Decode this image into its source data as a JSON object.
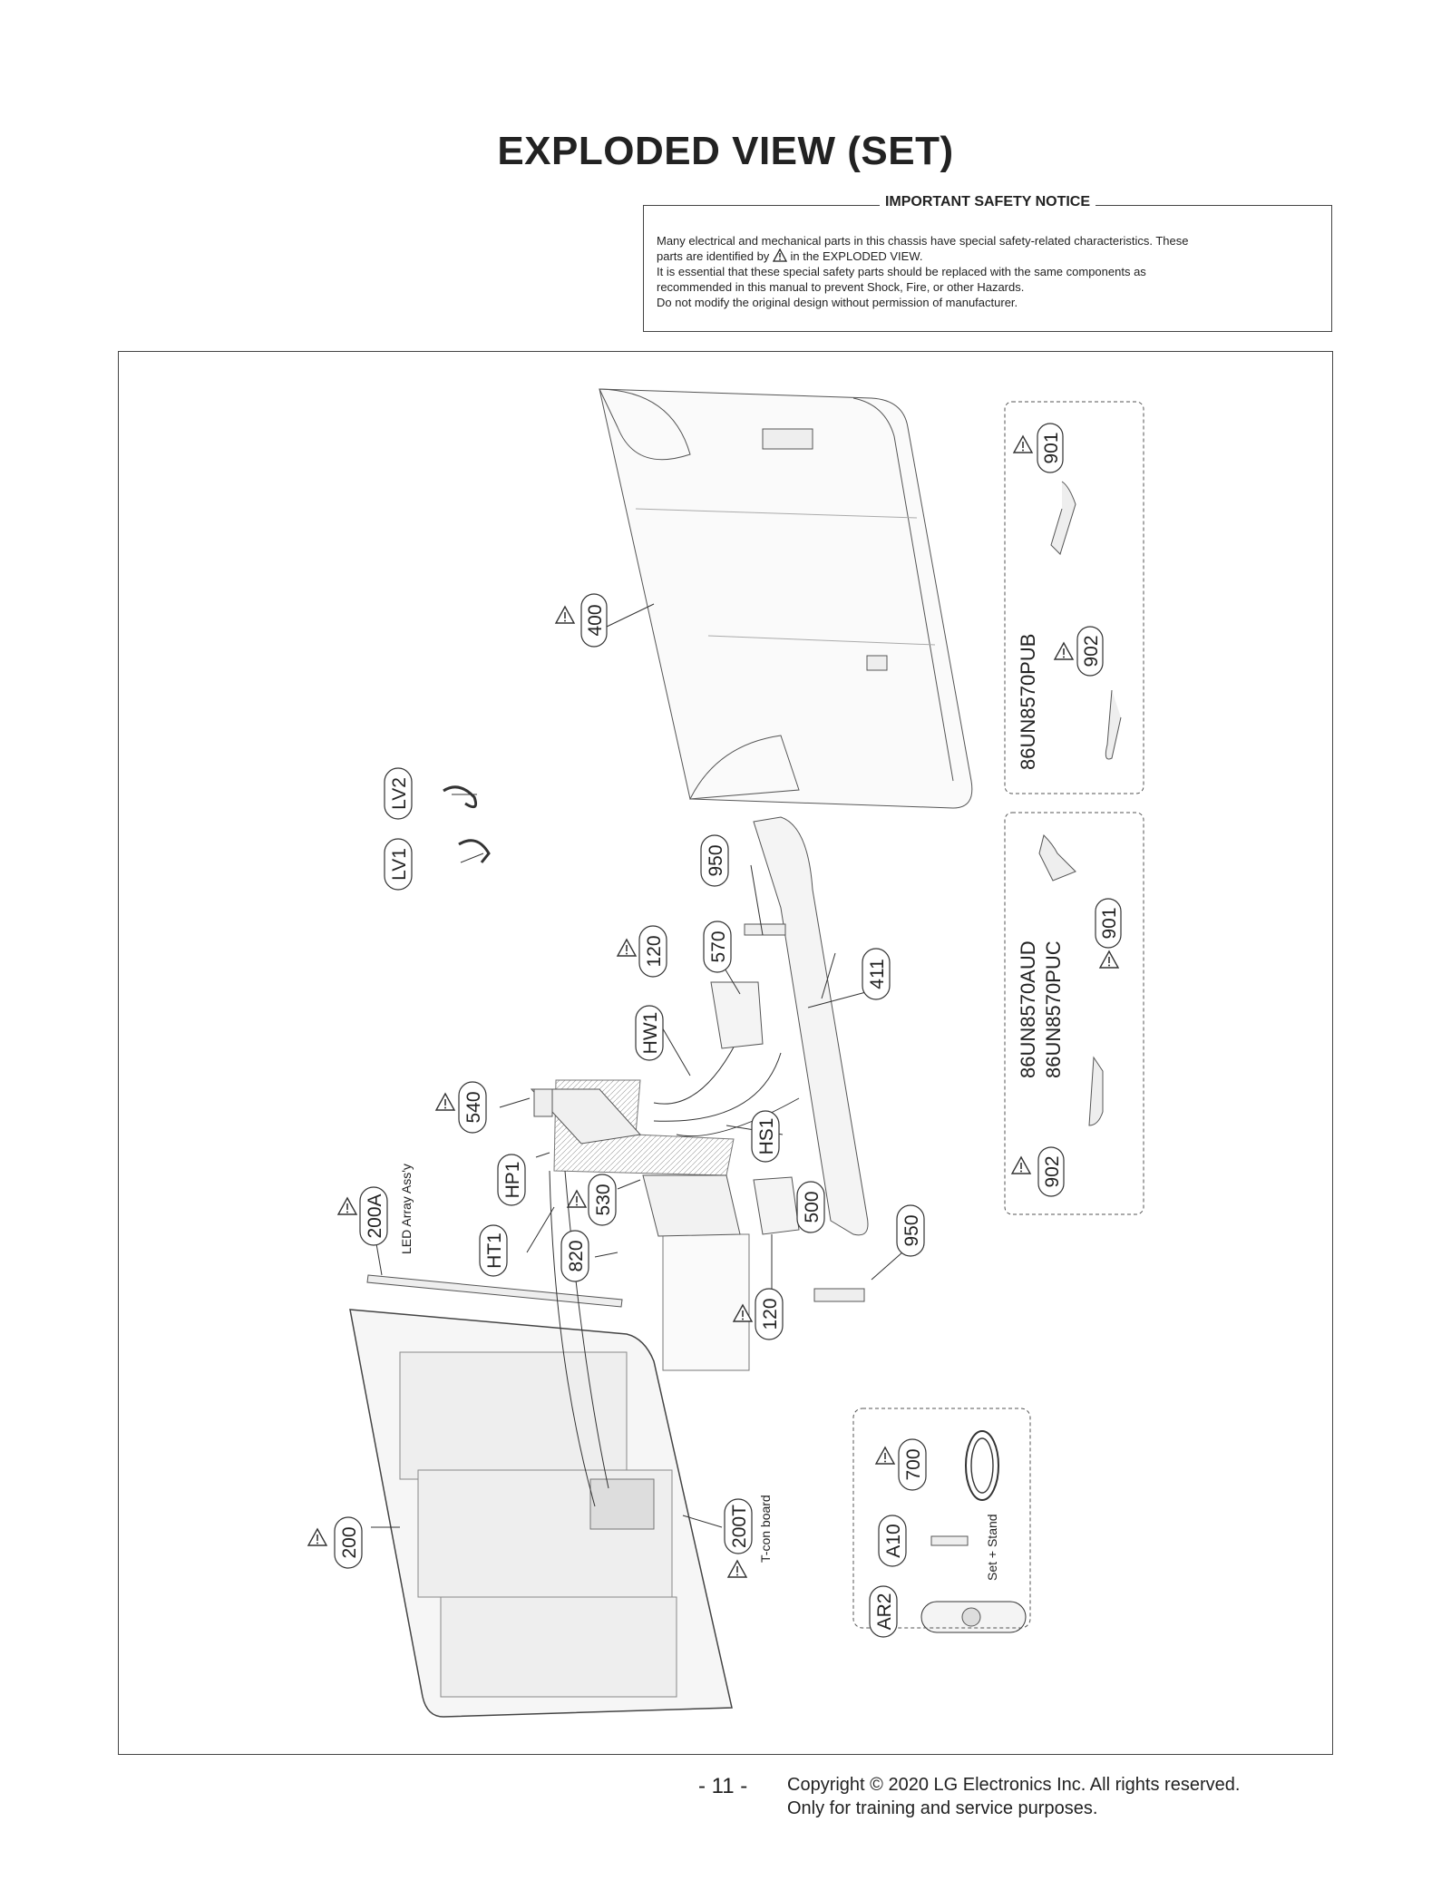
{
  "page": {
    "title": "EXPLODED VIEW (SET)",
    "page_number": "- 11 -",
    "copyright_line1": "Copyright © 2020 LG Electronics Inc. All rights reserved.",
    "copyright_line2": "Only for training and service purposes."
  },
  "notice": {
    "title": "IMPORTANT SAFETY NOTICE",
    "line1": "Many electrical and mechanical parts in this chassis have special safety-related characteristics. These",
    "line2_before": "parts are identified by",
    "line2_after": "in the EXPLODED VIEW.",
    "line3": "It is essential that these special safety parts should be replaced with the same components as",
    "line4": "recommended in this manual to prevent Shock, Fire, or other Hazards.",
    "line5": "Do not modify the original design without permission of manufacturer."
  },
  "parts": {
    "p400": "400",
    "p901a": "901",
    "p902a": "902",
    "p901b": "901",
    "p902b": "902",
    "p950a": "950",
    "p950b": "950",
    "p570": "570",
    "p411": "411",
    "p120a": "120",
    "p120b": "120",
    "pHW1": "HW1",
    "pHS1": "HS1",
    "p500": "500",
    "p540": "540",
    "p530": "530",
    "pHP1": "HP1",
    "p820": "820",
    "pHT1": "HT1",
    "p200A": "200A",
    "p200": "200",
    "p200T": "200T",
    "pLV1": "LV1",
    "pLV2": "LV2",
    "p700": "700",
    "pA10": "A10",
    "pAR2": "AR2"
  },
  "text_labels": {
    "led_array": "LED Array Ass'y",
    "tcon_board": "T-con board",
    "set_stand": "Set + Stand"
  },
  "models": {
    "group1": "86UN8570PUB",
    "group2_line1": "86UN8570AUD",
    "group2_line2": "86UN8570PUC"
  }
}
